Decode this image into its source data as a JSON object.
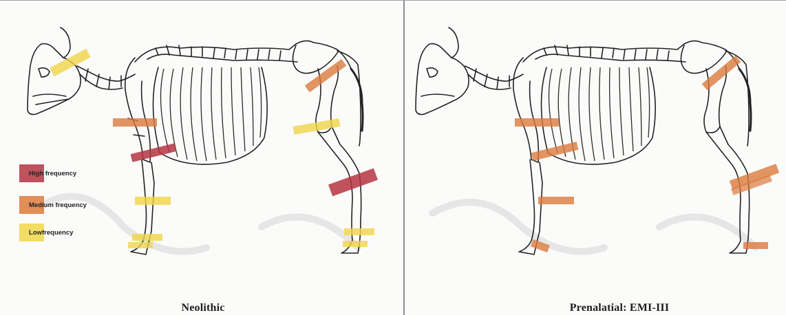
{
  "panels": [
    {
      "caption": "Neolithic",
      "legend": [
        {
          "label": "High frequency",
          "color": "#b4343f"
        },
        {
          "label": "Medium frequency",
          "color": "#dc7a3c"
        },
        {
          "label": "Lowfrequency",
          "color": "#f0d648"
        }
      ]
    },
    {
      "caption": "Prenalatial: EMI-III"
    }
  ],
  "frequency_colors": {
    "high": "#b4343f",
    "medium": "#dc7a3c",
    "low": "#f0d648"
  }
}
